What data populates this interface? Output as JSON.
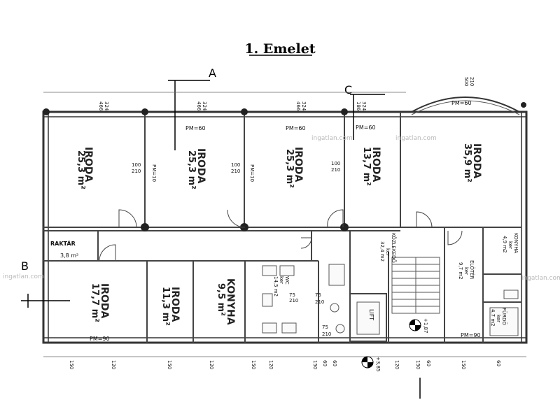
{
  "title": "1. Emelet",
  "axes": {
    "a": "A",
    "b": "B",
    "c": "C"
  },
  "watermark": "ingatlan.com",
  "rooms": {
    "iroda1": {
      "name": "IRODA",
      "area": "25,3 m²"
    },
    "iroda2": {
      "name": "IRODA",
      "area": "25,3 m²"
    },
    "iroda3": {
      "name": "IRODA",
      "area": "25,3 m²"
    },
    "iroda4": {
      "name": "IRODA",
      "area": "13,7 m²"
    },
    "iroda5": {
      "name": "IRODA",
      "area": "35,9 m²"
    },
    "raktar": {
      "name": "RAKTÁR",
      "area": "3,8 m²"
    },
    "iroda6": {
      "name": "IRODA",
      "area": "17,7 m²"
    },
    "iroda7": {
      "name": "IRODA",
      "area": "11,3 m²"
    },
    "konyha1": {
      "name": "KONYHA",
      "area": "9,5 m²"
    },
    "kozlekedo": {
      "name": "KÖZLEKEDŐ",
      "floor": "ker",
      "area": "32,4 m2"
    },
    "konyha2": {
      "name": "KONYHA",
      "floor": "ker",
      "area": "4,9 m2"
    },
    "eloter": {
      "name": "ELŐTÉR",
      "floor": "ker",
      "area": "9,7 m2"
    },
    "furdo": {
      "name": "FÜRDŐ",
      "floor": "ker",
      "area": "4,7 m2"
    },
    "wc": {
      "name": "WC",
      "floor": "ker",
      "area": "14,5 m2"
    },
    "lift": {
      "name": "LIFT"
    }
  },
  "parapets": {
    "pm60": "PM=60",
    "pm90": "PM=90",
    "pm10": "PM=10"
  },
  "doors": {
    "w": "100",
    "h": "210",
    "w75": "75",
    "h210": "210"
  },
  "levels": {
    "up": "+1,87",
    "down": "+3,85"
  },
  "top_dims": {
    "a": "466",
    "b": "324",
    "c": "186",
    "d": "500",
    "e": "210"
  },
  "bottom_dims": [
    "150",
    "120",
    "150",
    "120",
    "150",
    "120",
    "150",
    "60",
    "60",
    "120",
    "150",
    "60",
    "150",
    "60"
  ]
}
